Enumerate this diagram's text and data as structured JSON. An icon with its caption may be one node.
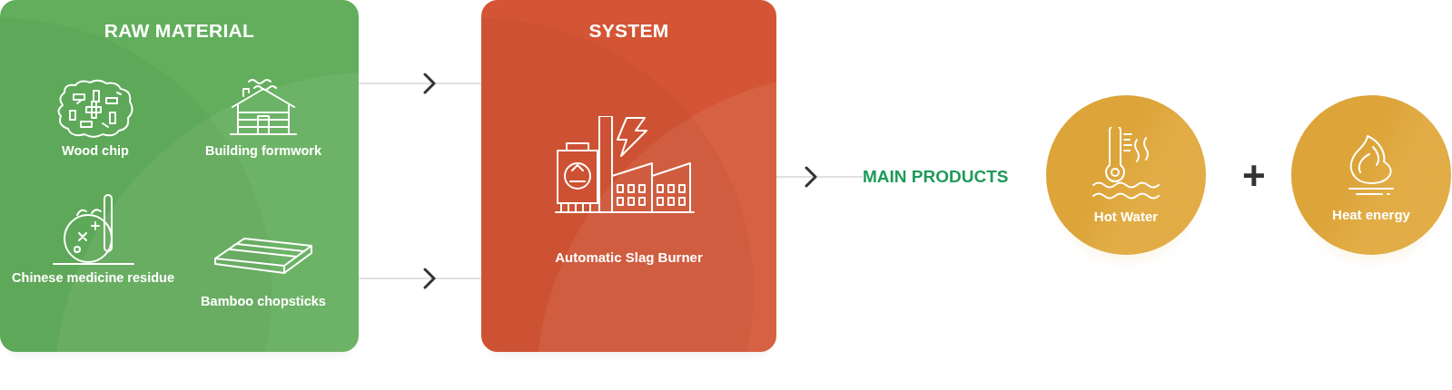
{
  "diagram": {
    "nodes": [
      {
        "text": [
          "RAW MATERIAL"
        ]
      },
      {
        "text": [
          "Wood chip"
        ],
        "in": 0
      },
      {
        "text": [
          "Building formwork"
        ],
        "in": 0
      },
      {
        "text": [
          "Chinese medicine residue"
        ],
        "in": 0
      },
      {
        "text": [
          "Bamboo chopsticks"
        ],
        "in": 0
      },
      {
        "text": [
          "SYSTEM",
          "Automatic Slag Burner"
        ]
      },
      {
        "text": [
          "MAIN PRODUCTS"
        ]
      },
      {
        "text": [
          "Hot Water"
        ]
      },
      {
        "text": [
          "Heat energy"
        ]
      }
    ],
    "edges": [
      {
        "from": 0,
        "to": 5,
        "arrow": "to"
      },
      {
        "from": 0,
        "to": 5,
        "arrow": "to"
      },
      {
        "from": 5,
        "to": 6,
        "arrow": "to"
      }
    ],
    "labels": [
      "+"
    ]
  }
}
